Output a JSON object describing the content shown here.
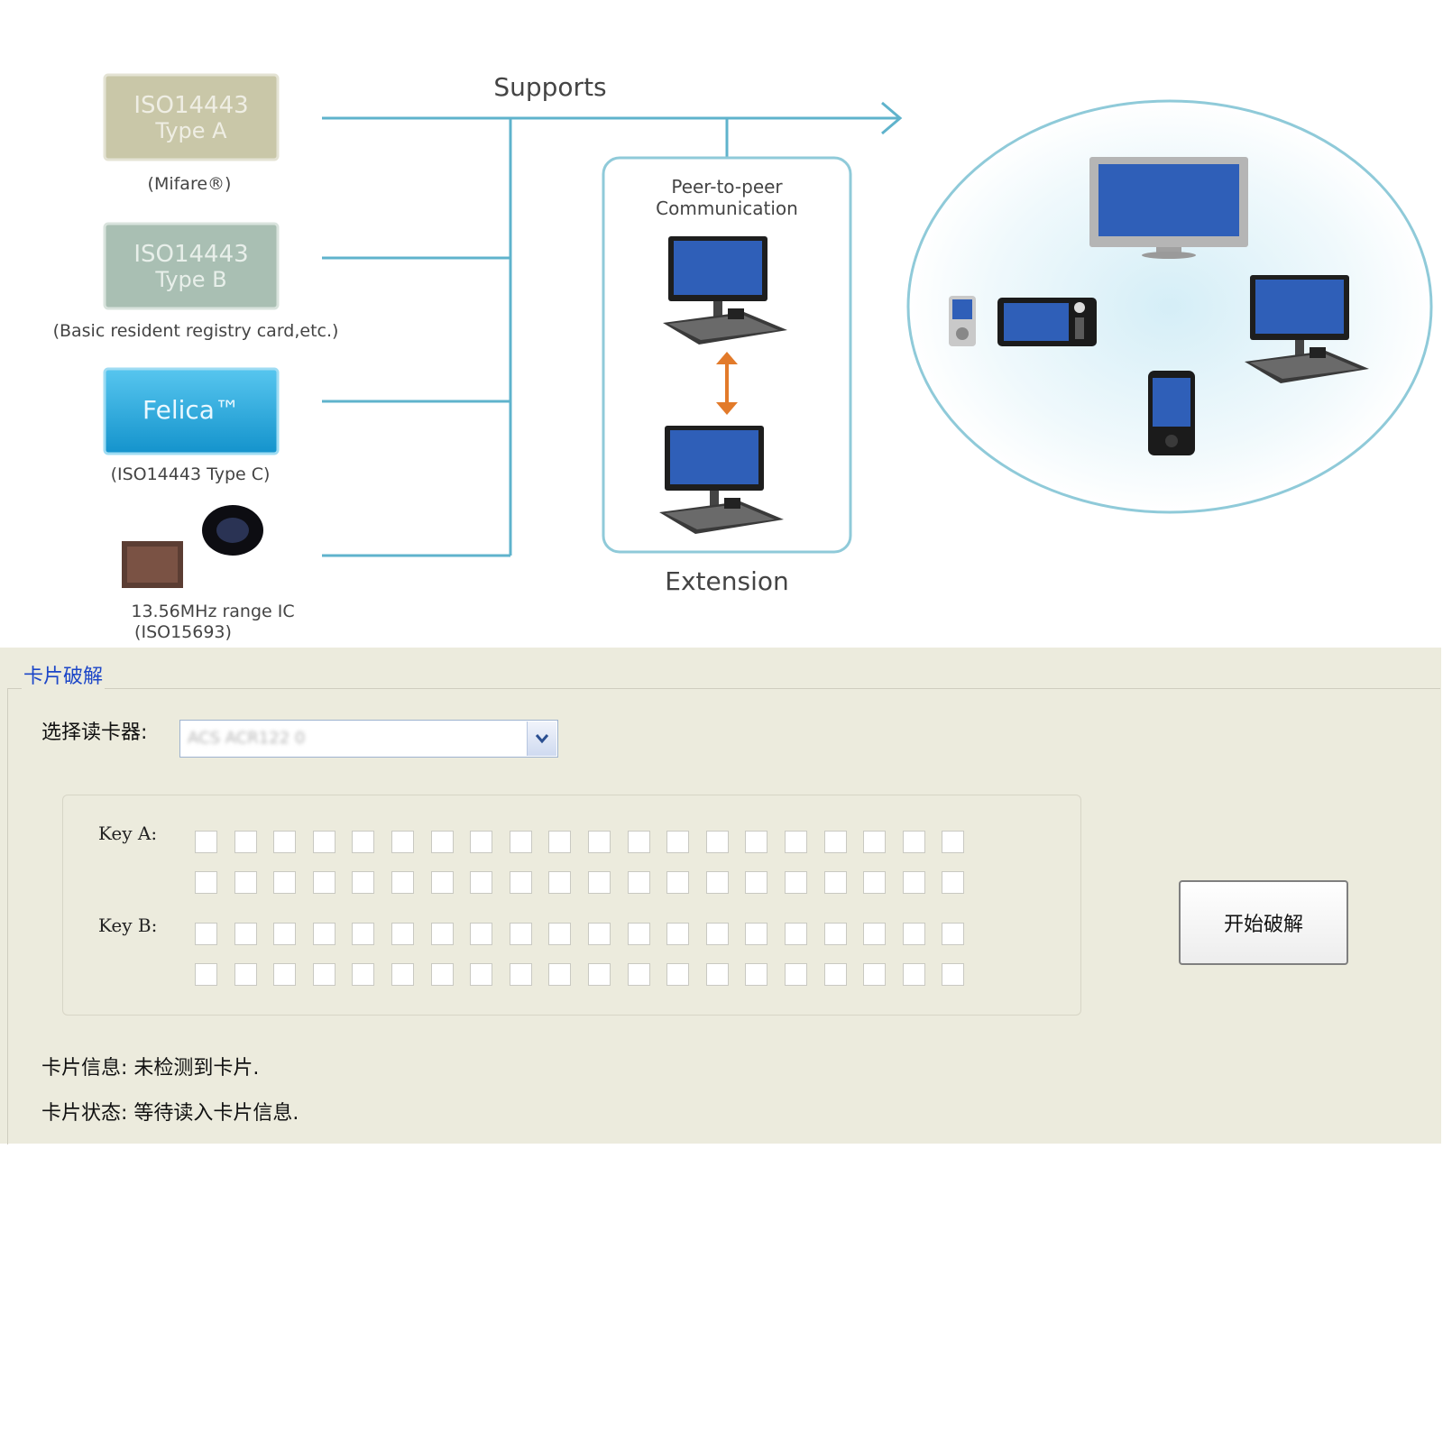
{
  "diagram": {
    "supports_label": "Supports",
    "extension_label": "Extension",
    "p2p_label_line1": "Peer-to-peer",
    "p2p_label_line2": "Communication",
    "cards": [
      {
        "chip_line1": "ISO14443",
        "chip_line2": "Type A",
        "caption": "(Mifare®)",
        "color": "#c9c7a8"
      },
      {
        "chip_line1": "ISO14443",
        "chip_line2": "Type B",
        "caption": "(Basic resident registry card,etc.)",
        "color": "#a9bfb3"
      },
      {
        "chip_line1": "Felica™",
        "caption": "(ISO14443 Type C)",
        "color": "#2ca9dc"
      }
    ],
    "ic_caption_line1": "13.56MHz range IC",
    "ic_caption_line2": "(ISO15693)",
    "line_color": "#5fb3cc",
    "arrow_color": "#e27a2a",
    "screen_color": "#2f5fb8"
  },
  "panel": {
    "group_title": "卡片破解",
    "reader_label": "选择读卡器:",
    "reader_value": "ACS ACR122 0",
    "key_a_label": "Key A:",
    "key_b_label": "Key B:",
    "key_bytes_per_row": 20,
    "crack_button_label": "开始破解",
    "card_info": "卡片信息:  未检测到卡片.",
    "card_status": "卡片状态:  等待读入卡片信息."
  }
}
